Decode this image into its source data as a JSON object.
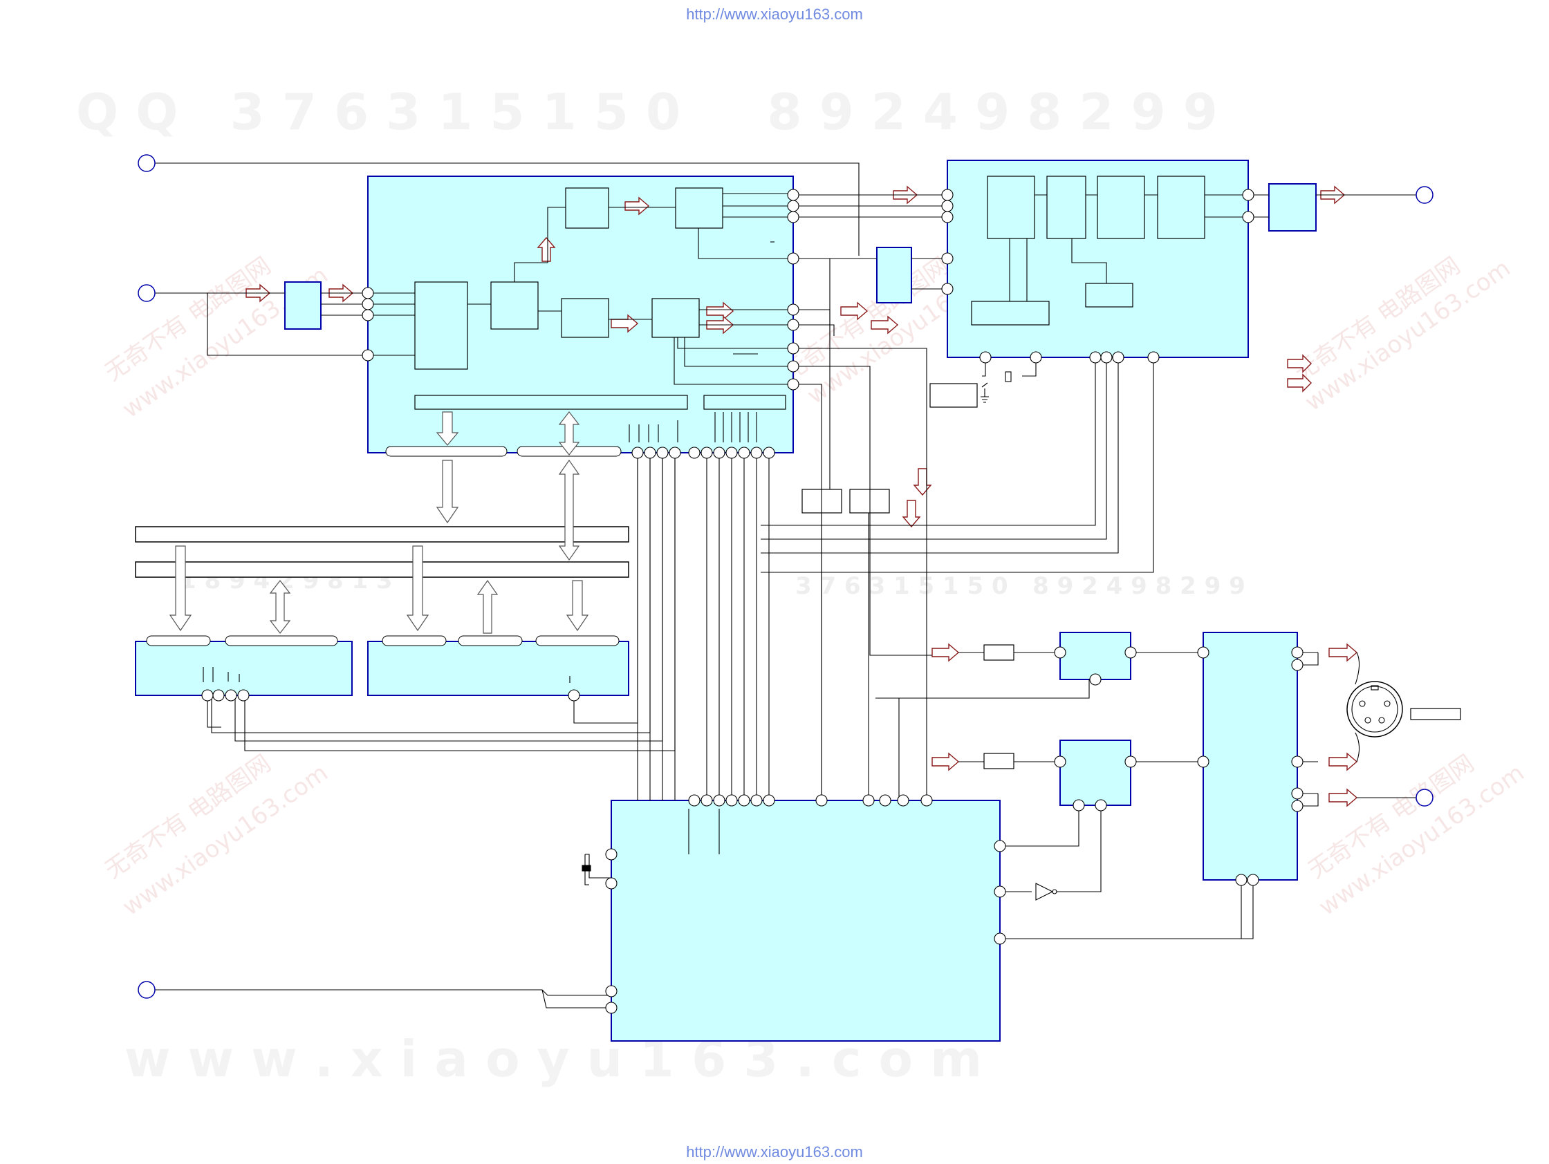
{
  "header": {
    "url": "http://www.xiaoyu163.com"
  },
  "footer": {
    "url": "http://www.xiaoyu163.com"
  },
  "watermarks": {
    "qq_line": "Q Q   3 7 6 3 1 5 1 5 0     8 9 2 4 9 8 2 9 9",
    "web_line": "w w w . x i a o y u 1 6 3 . c o m",
    "mid_line": "1 8 9 4 2 9 8 1 3",
    "mid_line2": "3 7 6 3 1 5 1 5 0   8 9 2 4 9 8 2 9 9",
    "cn_slogan": "无奇不有 电路图网",
    "cn_site": "www.xiaoyu163.com"
  },
  "colors": {
    "block_fill": "#ccffff",
    "block_border": "#0000aa",
    "wire": "#000000",
    "arrow": "#8b1a1a",
    "url_text": "#6f8ae0"
  }
}
